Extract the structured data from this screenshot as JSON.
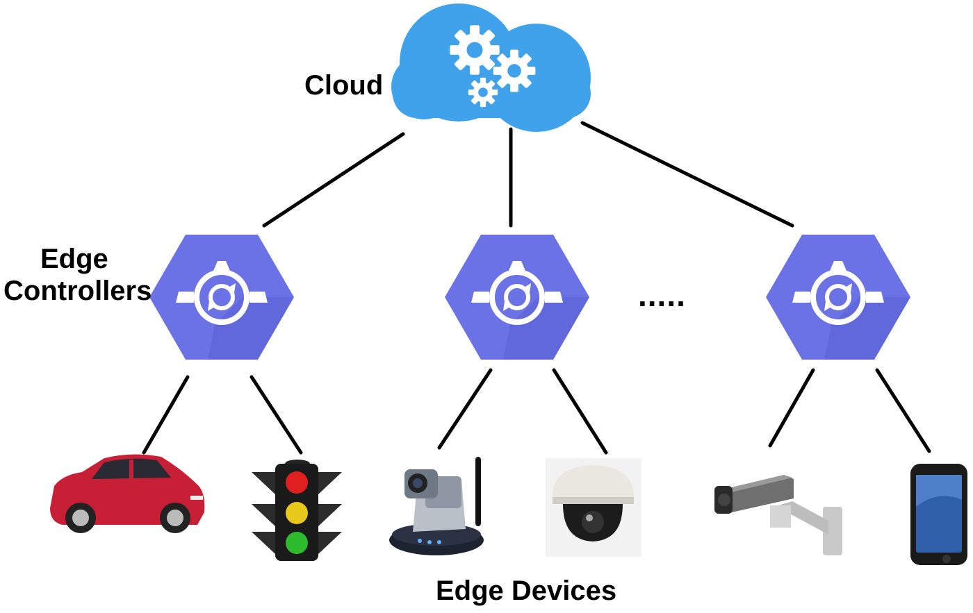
{
  "labels": {
    "cloud": "Cloud",
    "edge_controllers_line1": "Edge",
    "edge_controllers_line2": "Controllers",
    "edge_devices": "Edge Devices",
    "ellipsis": "....."
  },
  "nodes": {
    "cloud": {
      "icon": "cloud-gears-icon"
    },
    "controllers": [
      {
        "icon": "edge-controller-hexagon-icon"
      },
      {
        "icon": "edge-controller-hexagon-icon"
      },
      {
        "icon": "edge-controller-hexagon-icon"
      }
    ],
    "devices": [
      {
        "icon": "car-icon"
      },
      {
        "icon": "traffic-light-icon"
      },
      {
        "icon": "ptz-camera-icon"
      },
      {
        "icon": "dome-camera-icon"
      },
      {
        "icon": "bullet-camera-icon"
      },
      {
        "icon": "smartphone-icon"
      }
    ]
  },
  "colors": {
    "cloud": "#3fa2ea",
    "controller": "#6b72e6",
    "controller_shadow": "#5a60d2",
    "line": "#000000",
    "car": "#c71f35",
    "traffic_red": "#e02020",
    "traffic_yellow": "#e8c81a",
    "traffic_green": "#2dbb2d"
  }
}
